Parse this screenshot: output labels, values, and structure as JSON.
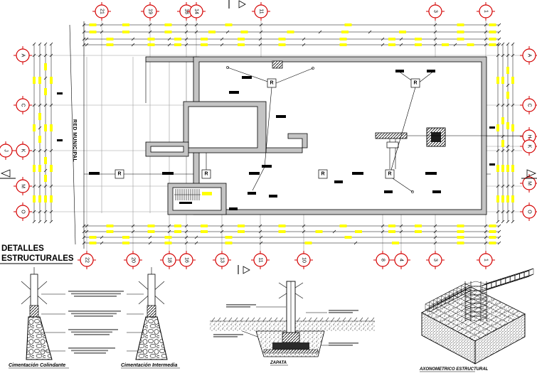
{
  "title": {
    "line1": "DETALLES",
    "line2": "ESTRUCTURALES"
  },
  "plan": {
    "street_label": "RED MUNICIPAL",
    "register_label": "R"
  },
  "grid": {
    "top": [
      "21",
      "19",
      "18",
      "14",
      "11",
      "3",
      "1"
    ],
    "bottom": [
      "22",
      "20",
      "18",
      "16",
      "13",
      "11",
      "10",
      "8",
      "4",
      "3",
      "1"
    ],
    "left": [
      "A",
      "C",
      "J",
      "K",
      "M",
      "O"
    ],
    "right": [
      "A",
      "C",
      "H",
      "K",
      "M",
      "O"
    ]
  },
  "details": {
    "footing_boundary": "Cimentación Colindante",
    "footing_intermediate": "Cimentación Intermedia",
    "footing_section": "ZAPATA",
    "axonometric": "AXONOMETRICO ESTRUCTURAL"
  },
  "colors": {
    "line": "#000000",
    "grid_bubble": "#d40000",
    "dimension_marker": "#ffff00",
    "wall_fill": "#c4c4c4"
  }
}
